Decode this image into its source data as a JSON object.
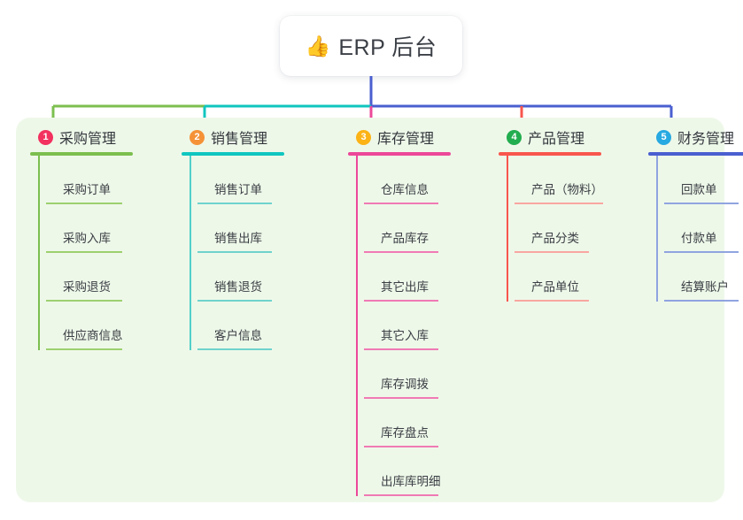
{
  "root": {
    "icon": "thumbs-up-icon",
    "emoji": "👍",
    "title": "ERP 后台"
  },
  "colors": {
    "panel_bg": "#eef8e9",
    "root_text": "#3b3f46",
    "item_text": "#3a3e44",
    "column_1": "#7cbf4f",
    "column_2": "#10c6bf",
    "column_3": "#ec4899",
    "column_4": "#f8564d",
    "column_5": "#4a5fd0",
    "badge_1": "#f2315f",
    "badge_2": "#f59237",
    "badge_3": "#fbb316",
    "badge_4": "#22ad4f",
    "badge_5": "#27a9e1",
    "connector_left": "#7cbf4f",
    "connector_mid": "#10c6bf",
    "connector_right": "#4a5fd0"
  },
  "columns": [
    {
      "index": "1",
      "title": "采购管理",
      "badge_color": "#f2315f",
      "line_color": "#7cbf4f",
      "items": [
        {
          "label": "采购订单"
        },
        {
          "label": "采购入库"
        },
        {
          "label": "采购退货"
        },
        {
          "label": "供应商信息"
        }
      ]
    },
    {
      "index": "2",
      "title": "销售管理",
      "badge_color": "#f59237",
      "line_color": "#10c6bf",
      "items": [
        {
          "label": "销售订单"
        },
        {
          "label": "销售出库"
        },
        {
          "label": "销售退货"
        },
        {
          "label": "客户信息"
        }
      ]
    },
    {
      "index": "3",
      "title": "库存管理",
      "badge_color": "#fbb316",
      "line_color": "#ec4899",
      "items": [
        {
          "label": "仓库信息"
        },
        {
          "label": "产品库存"
        },
        {
          "label": "其它出库"
        },
        {
          "label": "其它入库"
        },
        {
          "label": "库存调拨"
        },
        {
          "label": "库存盘点"
        },
        {
          "label": "出库库明细"
        }
      ]
    },
    {
      "index": "4",
      "title": "产品管理",
      "badge_color": "#22ad4f",
      "line_color": "#f8564d",
      "items": [
        {
          "label": "产品（物料）"
        },
        {
          "label": "产品分类"
        },
        {
          "label": "产品单位"
        }
      ]
    },
    {
      "index": "5",
      "title": "财务管理",
      "badge_color": "#27a9e1",
      "line_color": "#4a5fd0",
      "items": [
        {
          "label": "回款单"
        },
        {
          "label": "付款单"
        },
        {
          "label": "结算账户"
        }
      ]
    }
  ]
}
